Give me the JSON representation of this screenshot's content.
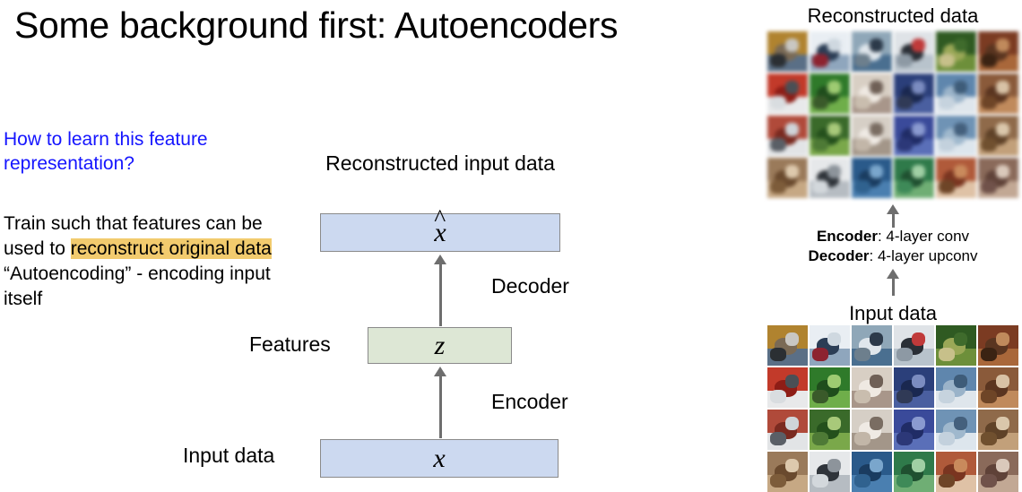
{
  "slide": {
    "title": "Some background first: Autoencoders"
  },
  "left_column": {
    "question": "How to learn this feature representation?",
    "body_line_1": "Train such that features can be used to ",
    "body_highlight": "reconstruct original data",
    "body_line_2": "“Autoencoding” - encoding input itself"
  },
  "diagram": {
    "label_reconstructed": "Reconstructed input data",
    "label_decoder": "Decoder",
    "label_features": "Features",
    "label_encoder": "Encoder",
    "label_input_data": "Input data",
    "box_xhat_symbol": "x",
    "box_xhat_accent": "^",
    "box_z_symbol": "z",
    "box_x_symbol": "x",
    "colors": {
      "data_box_fill": "#ccd9f0",
      "feature_box_fill": "#dde7d5",
      "box_border": "#8a8a8a",
      "arrow": "#6e6e6e"
    }
  },
  "right_panel": {
    "caption_reconstructed": "Reconstructed data",
    "caption_input": "Input data",
    "encoder_label": "Encoder",
    "encoder_value": ": 4-layer conv",
    "decoder_label": "Decoder",
    "decoder_value": ": 4-layer upconv",
    "reconstructed_grid": {
      "rows": 4,
      "cols": 6,
      "appearance": "blurry"
    },
    "input_grid": {
      "rows": 4,
      "cols": 6,
      "appearance": "sharp"
    }
  },
  "colors": {
    "background": "#ffffff",
    "question_text": "#1414ff",
    "highlight": "#f2cb6e",
    "text": "#000000"
  }
}
